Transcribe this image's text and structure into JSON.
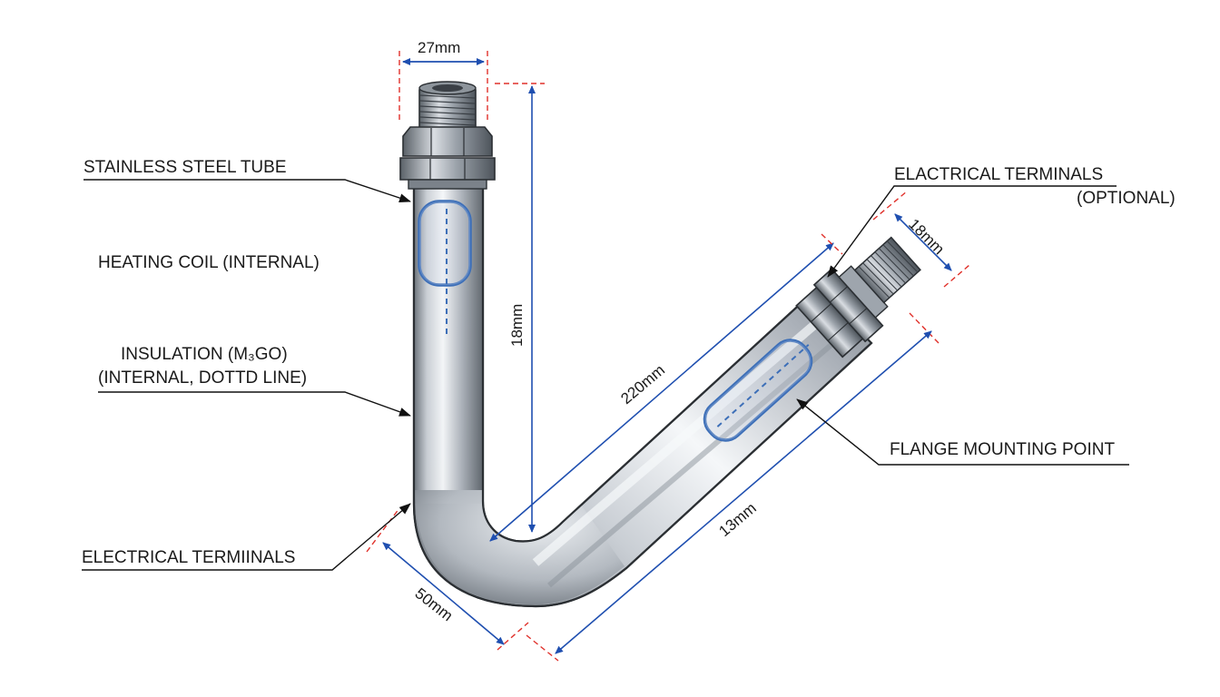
{
  "colors": {
    "dimension_line": "#1f4fb0",
    "extension_line": "#e0302a",
    "leader_line": "#1a1a1a",
    "tube_steel": "#c3c8cf",
    "coil_blue": "#3d6fb8"
  },
  "labels": {
    "stainless_steel_tube": "STAINLESS STEEL TUBE",
    "heating_coil": "HEATING COIL (INTERNAL)",
    "insulation_line1": "INSULATION (M₃GO)",
    "insulation_line2": "(INTERNAL, DOTTD LINE)",
    "electrical_terminals_bottom": "ELECTRICAL TERMIINALS",
    "electrical_terminals_top_line1": "ELACTRICAL TERMINALS",
    "electrical_terminals_top_line2": "(OPTIONAL)",
    "flange_mounting_point": "FLANGE MOUNTING POINT"
  },
  "dimensions": {
    "fitting_width": "27mm",
    "vertical_leg_height": "18mm",
    "diagonal_length": "220mm",
    "right_fitting_width": "18mm",
    "diagonal_lower": "13mm",
    "bend_length": "50mm"
  },
  "icons": [
    "hex-nut-fitting-icon",
    "threaded-nipple-icon"
  ]
}
